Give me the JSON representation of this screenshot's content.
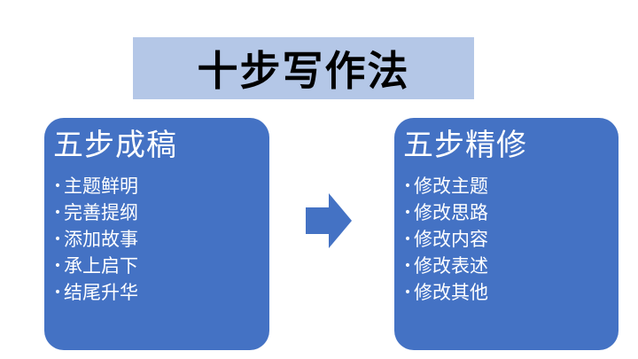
{
  "title": "十步写作法",
  "left_box": {
    "title": "五步成稿",
    "items": [
      "主题鲜明",
      "完善提纲",
      "添加故事",
      "承上启下",
      "结尾升华"
    ]
  },
  "right_box": {
    "title": "五步精修",
    "items": [
      "修改主题",
      "修改思路",
      "修改内容",
      "修改表述",
      "修改其他"
    ]
  },
  "colors": {
    "box": "#4472c4",
    "banner": "#b4c7e7",
    "text_on_box": "#ffffff"
  },
  "icons": {
    "arrow": "right-arrow-icon"
  }
}
